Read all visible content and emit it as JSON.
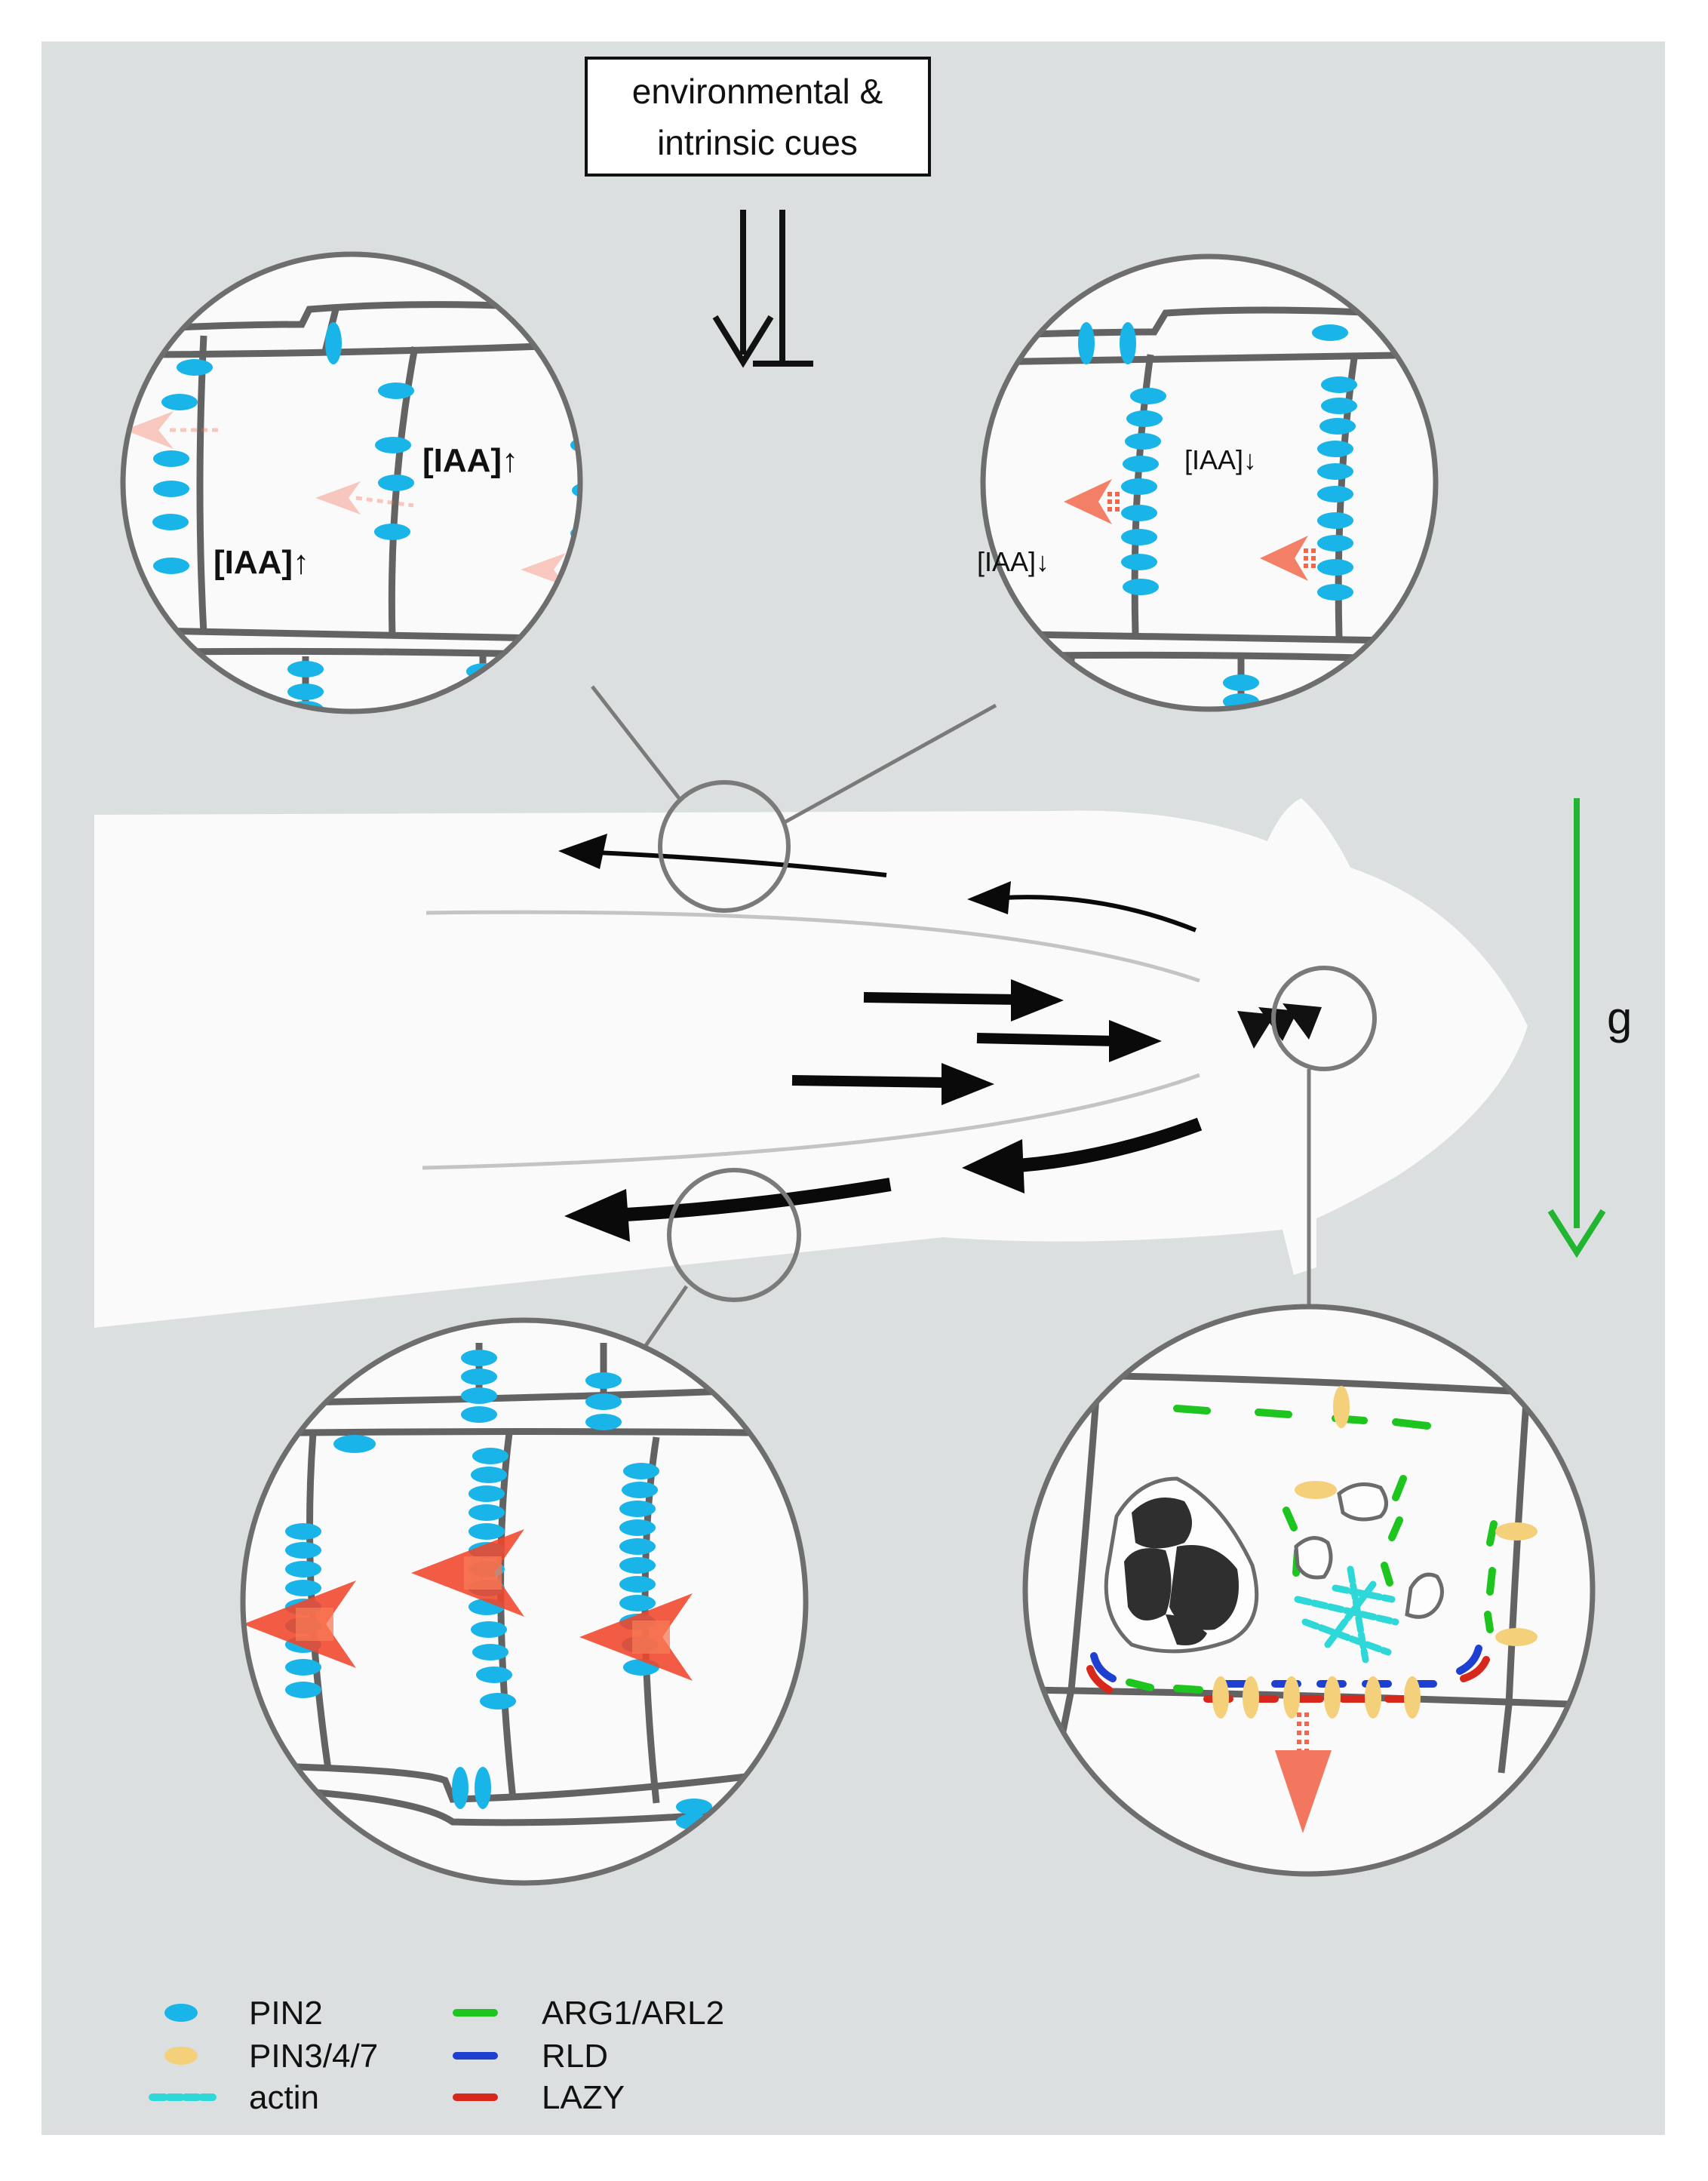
{
  "cues_box": {
    "line1": "environmental &",
    "line2": "intrinsic cues"
  },
  "top_left_zoom": {
    "label_upper": "[IAA]↑",
    "label_lower": "[IAA]↑"
  },
  "top_right_zoom": {
    "label_upper": "[IAA]↓",
    "label_lower": "[IAA]↓"
  },
  "gravity": {
    "label": "g",
    "color": "#22b531"
  },
  "colors": {
    "background": "#dcdfdf",
    "root": "#fafafa",
    "cell_wall": "#636363",
    "pin2": "#19b5e8",
    "pin347": "#f5d07a",
    "actin": "#2fd8d8",
    "arg1": "#1ec51e",
    "rld": "#1f3fd1",
    "lazy": "#d8281c",
    "auxin_arrow": "#f2684c",
    "statolith": "#2f2f2f"
  },
  "legend": [
    {
      "label": "PIN2",
      "icon": "pin2-ellipse"
    },
    {
      "label": "PIN3/4/7",
      "icon": "pin347-ellipse"
    },
    {
      "label": "actin",
      "icon": "actin-dashes"
    },
    {
      "label": "ARG1/ARL2",
      "icon": "arg1-dash"
    },
    {
      "label": "RLD",
      "icon": "rld-dash"
    },
    {
      "label": "LAZY",
      "icon": "lazy-dash"
    }
  ]
}
